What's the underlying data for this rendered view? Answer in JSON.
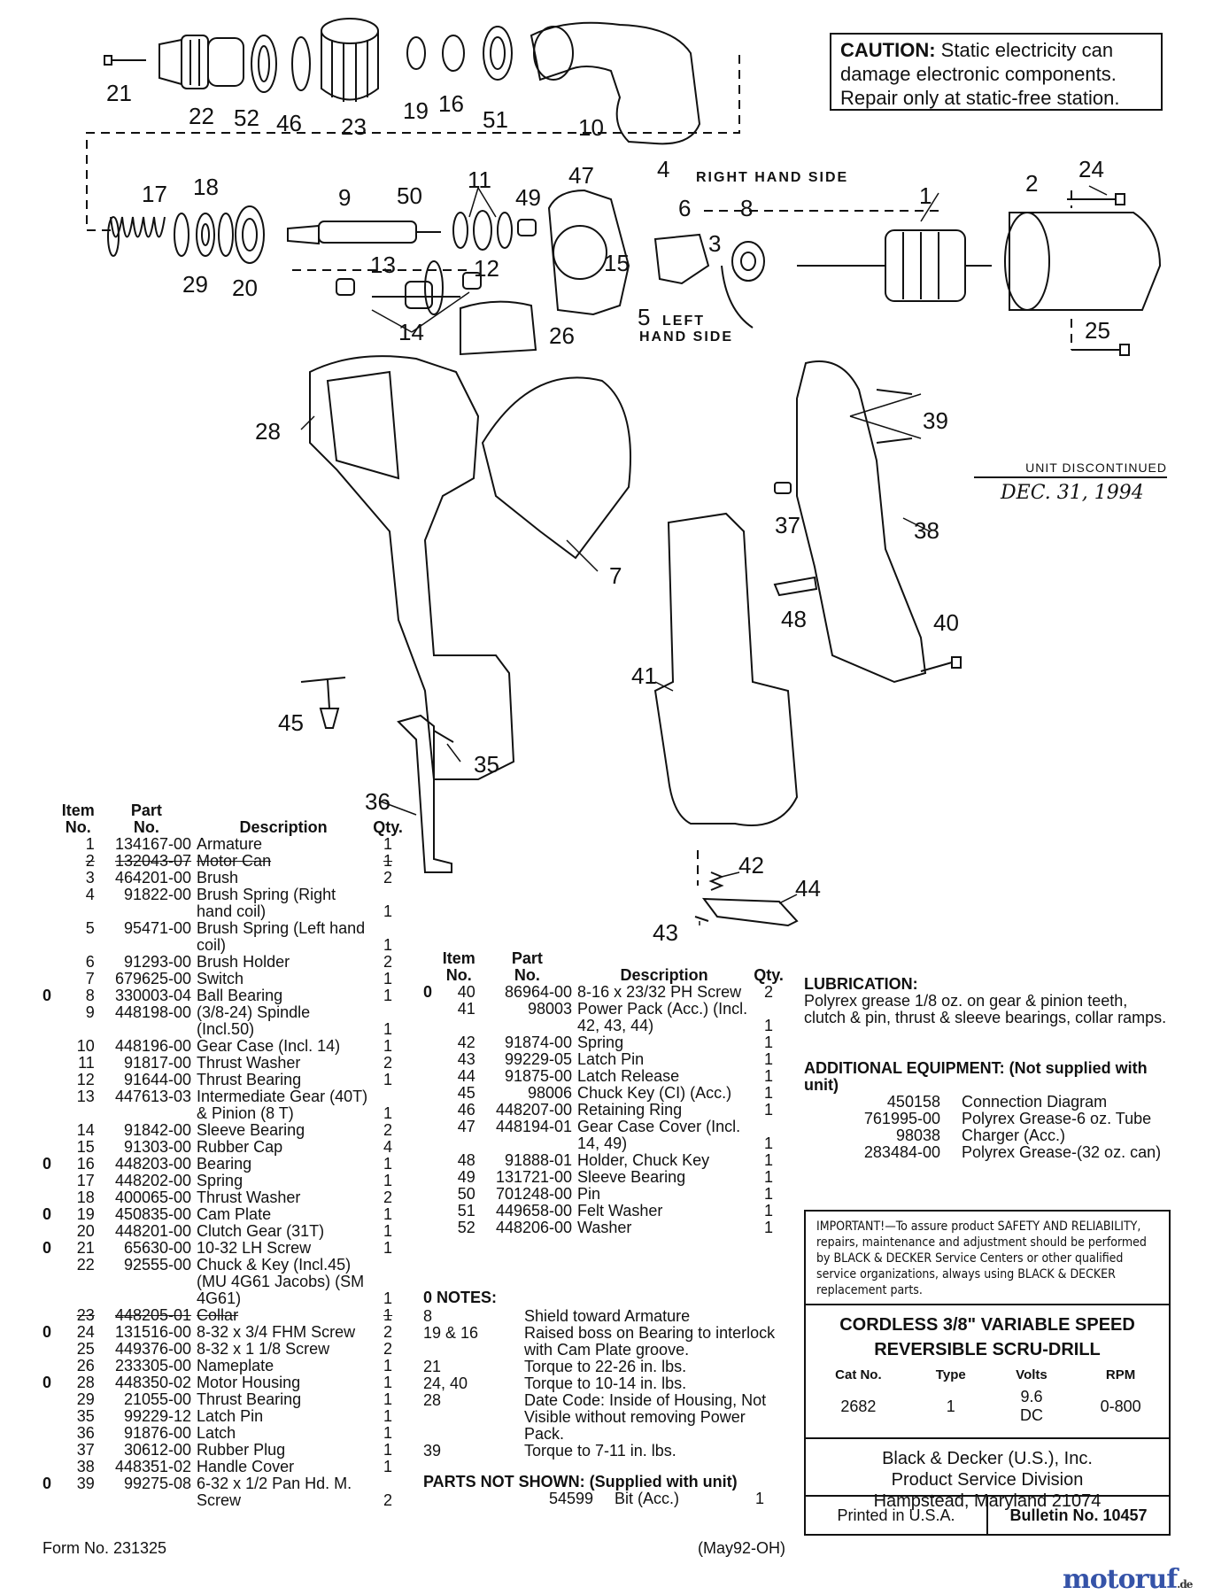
{
  "caution": {
    "label": "CAUTION:",
    "text": "Static electricity can damage electronic components. Repair only at static-free station."
  },
  "labels": {
    "right_hand_side": "RIGHT HAND SIDE",
    "left_hand_side_1": "LEFT",
    "left_hand_side_2": "HAND SIDE"
  },
  "discontinued": {
    "label": "UNIT DISCONTINUED",
    "date": "DEC. 31, 1994"
  },
  "callouts": [
    "21",
    "22",
    "52",
    "46",
    "23",
    "19",
    "16",
    "51",
    "10",
    "4",
    "17",
    "18",
    "9",
    "50",
    "11",
    "49",
    "47",
    "6",
    "8",
    "3",
    "1",
    "2",
    "24",
    "29",
    "20",
    "13",
    "12",
    "15",
    "5",
    "14",
    "26",
    "25",
    "39",
    "28",
    "37",
    "38",
    "7",
    "48",
    "40",
    "41",
    "45",
    "35",
    "36",
    "42",
    "44",
    "43"
  ],
  "table_headers": {
    "item": "Item No.",
    "item_1": "Item",
    "item_2": "No.",
    "part_1": "Part",
    "part_2": "No.",
    "desc": "Description",
    "qty": "Qty."
  },
  "parts_left": [
    {
      "mark": "",
      "no": "1",
      "part": "134167-00",
      "desc": "Armature",
      "qty": "1",
      "strike": false
    },
    {
      "mark": "",
      "no": "2",
      "part": "132043-07",
      "desc": "Motor Can",
      "qty": "1",
      "strike": true
    },
    {
      "mark": "",
      "no": "3",
      "part": "464201-00",
      "desc": "Brush",
      "qty": "2",
      "strike": false
    },
    {
      "mark": "",
      "no": "4",
      "part": "91822-00",
      "desc": "Brush Spring (Right hand coil)",
      "qty": "1",
      "strike": false
    },
    {
      "mark": "",
      "no": "5",
      "part": "95471-00",
      "desc": "Brush Spring (Left hand coil)",
      "qty": "1",
      "strike": false
    },
    {
      "mark": "",
      "no": "6",
      "part": "91293-00",
      "desc": "Brush Holder",
      "qty": "2",
      "strike": false
    },
    {
      "mark": "",
      "no": "7",
      "part": "679625-00",
      "desc": "Switch",
      "qty": "1",
      "strike": false
    },
    {
      "mark": "0",
      "no": "8",
      "part": "330003-04",
      "desc": "Ball Bearing",
      "qty": "1",
      "strike": false
    },
    {
      "mark": "",
      "no": "9",
      "part": "448198-00",
      "desc": "(3/8-24) Spindle (Incl.50)",
      "qty": "1",
      "strike": false
    },
    {
      "mark": "",
      "no": "10",
      "part": "448196-00",
      "desc": "Gear Case (Incl. 14)",
      "qty": "1",
      "strike": false
    },
    {
      "mark": "",
      "no": "11",
      "part": "91817-00",
      "desc": "Thrust Washer",
      "qty": "2",
      "strike": false
    },
    {
      "mark": "",
      "no": "12",
      "part": "91644-00",
      "desc": "Thrust Bearing",
      "qty": "1",
      "strike": false
    },
    {
      "mark": "",
      "no": "13",
      "part": "447613-03",
      "desc": "Intermediate Gear (40T) & Pinion (8 T)",
      "qty": "1",
      "strike": false
    },
    {
      "mark": "",
      "no": "14",
      "part": "91842-00",
      "desc": "Sleeve Bearing",
      "qty": "2",
      "strike": false
    },
    {
      "mark": "",
      "no": "15",
      "part": "91303-00",
      "desc": "Rubber Cap",
      "qty": "4",
      "strike": false
    },
    {
      "mark": "0",
      "no": "16",
      "part": "448203-00",
      "desc": "Bearing",
      "qty": "1",
      "strike": false
    },
    {
      "mark": "",
      "no": "17",
      "part": "448202-00",
      "desc": "Spring",
      "qty": "1",
      "strike": false
    },
    {
      "mark": "",
      "no": "18",
      "part": "400065-00",
      "desc": "Thrust Washer",
      "qty": "2",
      "strike": false
    },
    {
      "mark": "0",
      "no": "19",
      "part": "450835-00",
      "desc": "Cam Plate",
      "qty": "1",
      "strike": false
    },
    {
      "mark": "",
      "no": "20",
      "part": "448201-00",
      "desc": "Clutch Gear (31T)",
      "qty": "1",
      "strike": false
    },
    {
      "mark": "0",
      "no": "21",
      "part": "65630-00",
      "desc": "10-32 LH Screw",
      "qty": "1",
      "strike": false
    },
    {
      "mark": "",
      "no": "22",
      "part": "92555-00",
      "desc": "Chuck & Key (Incl.45) (MU 4G61 Jacobs) (SM 4G61)",
      "qty": "1",
      "strike": false
    },
    {
      "mark": "",
      "no": "23",
      "part": "448205-01",
      "desc": "Collar",
      "qty": "1",
      "strike": true
    },
    {
      "mark": "0",
      "no": "24",
      "part": "131516-00",
      "desc": "8-32 x 3/4 FHM Screw",
      "qty": "2",
      "strike": false
    },
    {
      "mark": "",
      "no": "25",
      "part": "449376-00",
      "desc": "8-32 x 1 1/8 Screw",
      "qty": "2",
      "strike": false
    },
    {
      "mark": "",
      "no": "26",
      "part": "233305-00",
      "desc": "Nameplate",
      "qty": "1",
      "strike": false
    },
    {
      "mark": "0",
      "no": "28",
      "part": "448350-02",
      "desc": "Motor Housing",
      "qty": "1",
      "strike": false
    },
    {
      "mark": "",
      "no": "29",
      "part": "21055-00",
      "desc": "Thrust Bearing",
      "qty": "1",
      "strike": false
    },
    {
      "mark": "",
      "no": "35",
      "part": "99229-12",
      "desc": "Latch Pin",
      "qty": "1",
      "strike": false
    },
    {
      "mark": "",
      "no": "36",
      "part": "91876-00",
      "desc": "Latch",
      "qty": "1",
      "strike": false
    },
    {
      "mark": "",
      "no": "37",
      "part": "30612-00",
      "desc": "Rubber Plug",
      "qty": "1",
      "strike": false
    },
    {
      "mark": "",
      "no": "38",
      "part": "448351-02",
      "desc": "Handle Cover",
      "qty": "1",
      "strike": false
    },
    {
      "mark": "0",
      "no": "39",
      "part": "99275-08",
      "desc": "6-32 x 1/2 Pan Hd. M. Screw",
      "qty": "2",
      "strike": false
    }
  ],
  "parts_right": [
    {
      "mark": "0",
      "no": "40",
      "part": "86964-00",
      "desc": "8-16 x 23/32 PH Screw",
      "qty": "2",
      "strike": false
    },
    {
      "mark": "",
      "no": "41",
      "part": "98003",
      "desc": "Power Pack (Acc.) (Incl. 42, 43, 44)",
      "qty": "1",
      "strike": false
    },
    {
      "mark": "",
      "no": "42",
      "part": "91874-00",
      "desc": "Spring",
      "qty": "1",
      "strike": false
    },
    {
      "mark": "",
      "no": "43",
      "part": "99229-05",
      "desc": "Latch Pin",
      "qty": "1",
      "strike": false
    },
    {
      "mark": "",
      "no": "44",
      "part": "91875-00",
      "desc": "Latch Release",
      "qty": "1",
      "strike": false
    },
    {
      "mark": "",
      "no": "45",
      "part": "98006",
      "desc": "Chuck Key (CI) (Acc.)",
      "qty": "1",
      "strike": false
    },
    {
      "mark": "",
      "no": "46",
      "part": "448207-00",
      "desc": "Retaining Ring",
      "qty": "1",
      "strike": false
    },
    {
      "mark": "",
      "no": "47",
      "part": "448194-01",
      "desc": "Gear Case Cover (Incl. 14, 49)",
      "qty": "1",
      "strike": false
    },
    {
      "mark": "",
      "no": "48",
      "part": "91888-01",
      "desc": "Holder, Chuck Key",
      "qty": "1",
      "strike": false
    },
    {
      "mark": "",
      "no": "49",
      "part": "131721-00",
      "desc": "Sleeve Bearing",
      "qty": "1",
      "strike": false
    },
    {
      "mark": "",
      "no": "50",
      "part": "701248-00",
      "desc": "Pin",
      "qty": "1",
      "strike": false
    },
    {
      "mark": "",
      "no": "51",
      "part": "449658-00",
      "desc": "Felt Washer",
      "qty": "1",
      "strike": false
    },
    {
      "mark": "",
      "no": "52",
      "part": "448206-00",
      "desc": "Washer",
      "qty": "1",
      "strike": false
    }
  ],
  "notes": {
    "title": "0 NOTES:",
    "rows": [
      {
        "k": "8",
        "v": "Shield toward Armature"
      },
      {
        "k": "19 & 16",
        "v": "Raised boss on Bearing to interlock with Cam Plate groove."
      },
      {
        "k": "21",
        "v": "Torque to 22-26 in. lbs."
      },
      {
        "k": "24, 40",
        "v": "Torque to 10-14 in. lbs."
      },
      {
        "k": "28",
        "v": "Date Code: Inside of Housing, Not Visible without removing Power Pack."
      },
      {
        "k": "39",
        "v": "Torque to 7-11 in. lbs."
      }
    ]
  },
  "parts_not_shown": {
    "title": "PARTS NOT SHOWN: (Supplied with unit)",
    "part": "54599",
    "desc": "Bit (Acc.)",
    "qty": "1"
  },
  "lubrication": {
    "title": "LUBRICATION:",
    "text": "Polyrex grease 1/8 oz. on gear & pinion teeth, clutch & pin, thrust & sleeve bearings, collar ramps."
  },
  "additional": {
    "title": "ADDITIONAL EQUIPMENT: (Not supplied with unit)",
    "rows": [
      {
        "pn": "450158",
        "desc": "Connection Diagram"
      },
      {
        "pn": "761995-00",
        "desc": "Polyrex Grease-6 oz. Tube"
      },
      {
        "pn": "98038",
        "desc": "Charger (Acc.)"
      },
      {
        "pn": "283484-00",
        "desc": "Polyrex Grease-(32 oz. can)"
      }
    ]
  },
  "important": {
    "text": "IMPORTANT!—To assure product SAFETY AND RELIABILITY, repairs, maintenance and adjustment should be performed by BLACK & DECKER Service Centers or other qualified service organizations, always using BLACK & DECKER replacement parts.",
    "title_1": "CORDLESS 3/8\" VARIABLE SPEED",
    "title_2": "REVERSIBLE SCRU-DRILL",
    "spec_headers": [
      "Cat No.",
      "Type",
      "Volts",
      "RPM"
    ],
    "spec_values": [
      "2682",
      "1",
      "9.6",
      "0-800"
    ],
    "volts_unit": "DC",
    "company_1": "Black & Decker (U.S.), Inc.",
    "company_2": "Product Service Division",
    "company_3": "Hampstead, Maryland 21074",
    "printed": "Printed in U.S.A.",
    "bulletin": "Bulletin No. 10457"
  },
  "footer": {
    "form": "Form No. 231325",
    "date": "(May92-OH)"
  },
  "watermark": {
    "text": "motoruf",
    "suffix": ".de"
  }
}
